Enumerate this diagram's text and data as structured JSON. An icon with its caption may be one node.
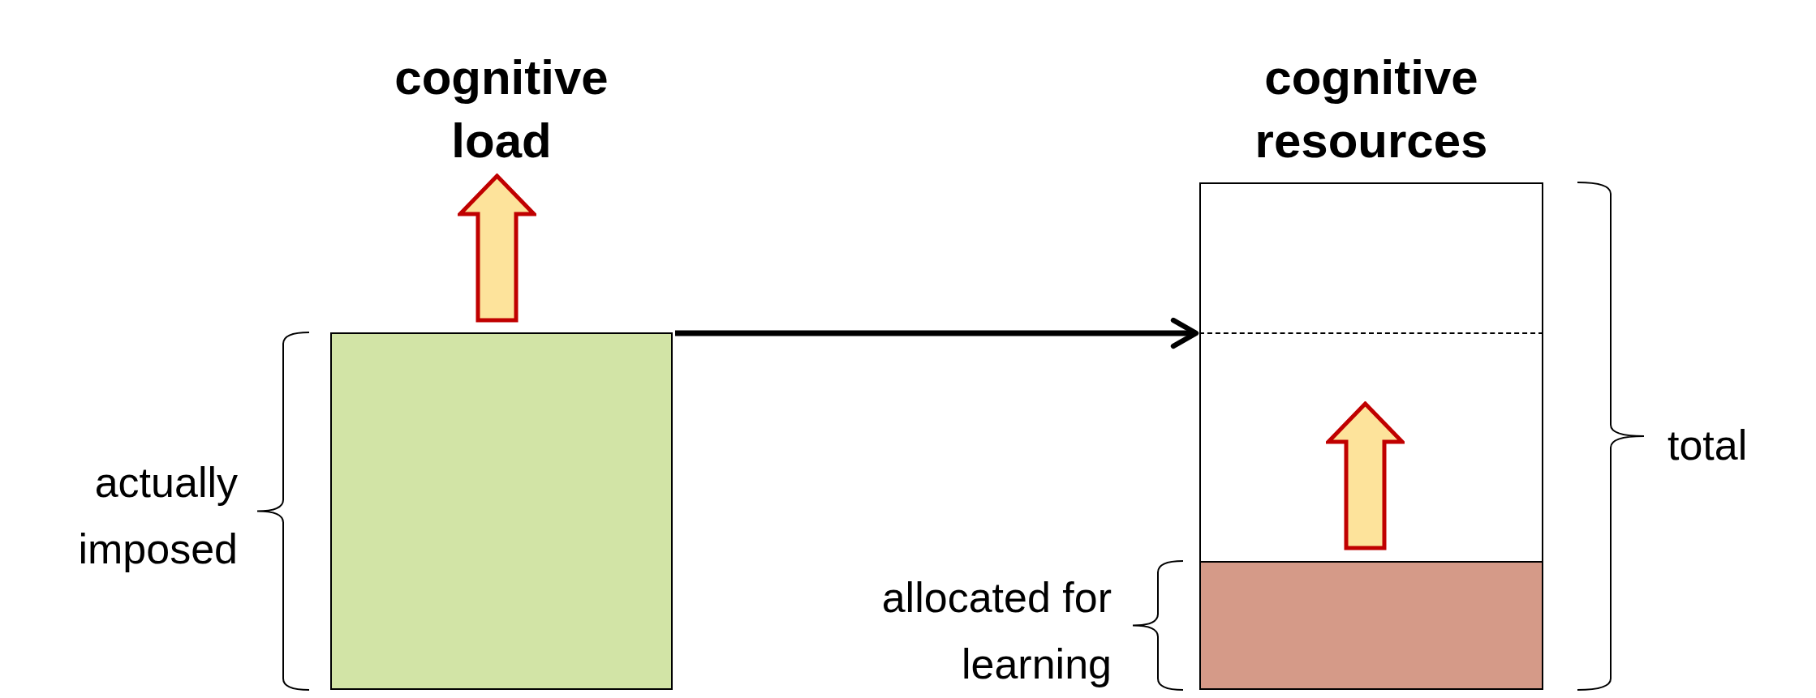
{
  "diagram": {
    "nodes": [
      {
        "text": [
          "cognitive load"
        ]
      },
      {
        "text": [
          "cognitive resources"
        ]
      },
      {
        "text": [],
        "shape": "bar",
        "in": 1
      }
    ],
    "edges": [
      {
        "from": 0,
        "to": 1,
        "arrow": "to"
      }
    ],
    "labels": [
      "actually imposed",
      "allocated for learning",
      "total"
    ]
  }
}
